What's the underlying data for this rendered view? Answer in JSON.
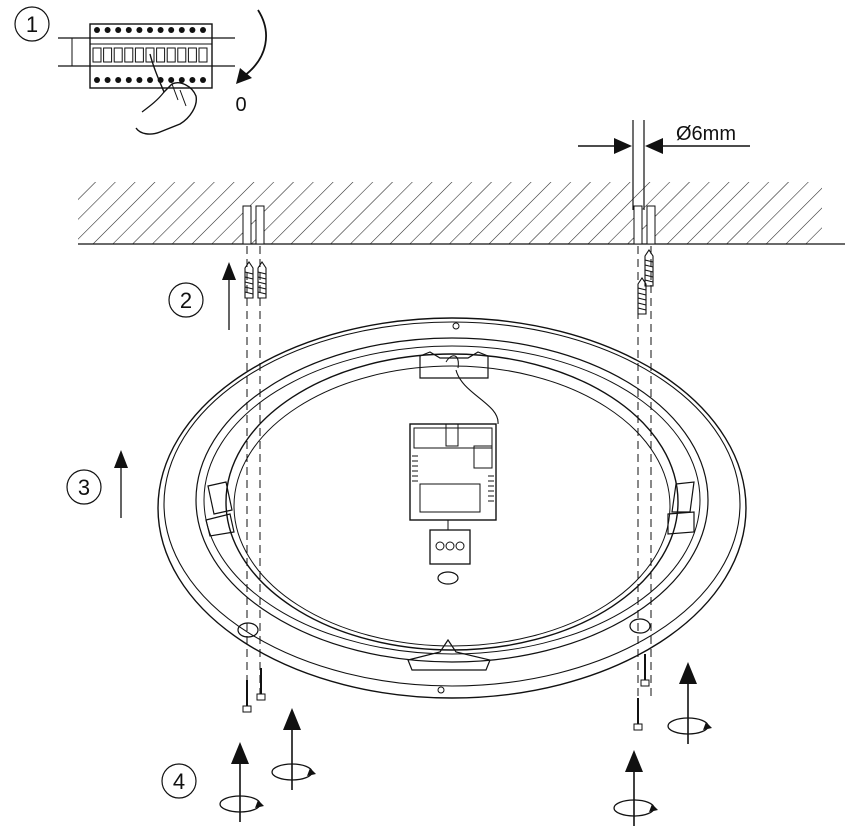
{
  "steps": [
    {
      "id": "step-1",
      "label": "1"
    },
    {
      "id": "step-2",
      "label": "2"
    },
    {
      "id": "step-3",
      "label": "3"
    },
    {
      "id": "step-4",
      "label": "4"
    }
  ],
  "switch_off_label": "0",
  "drill_diameter_label": "Ø6mm",
  "icons": [
    "breaker-panel-icon",
    "hand-icon",
    "rotate-arrow-icon",
    "wall-plug-icon",
    "screw-icon",
    "lamp-base-icon",
    "driver-box-icon",
    "terminal-block-icon"
  ]
}
